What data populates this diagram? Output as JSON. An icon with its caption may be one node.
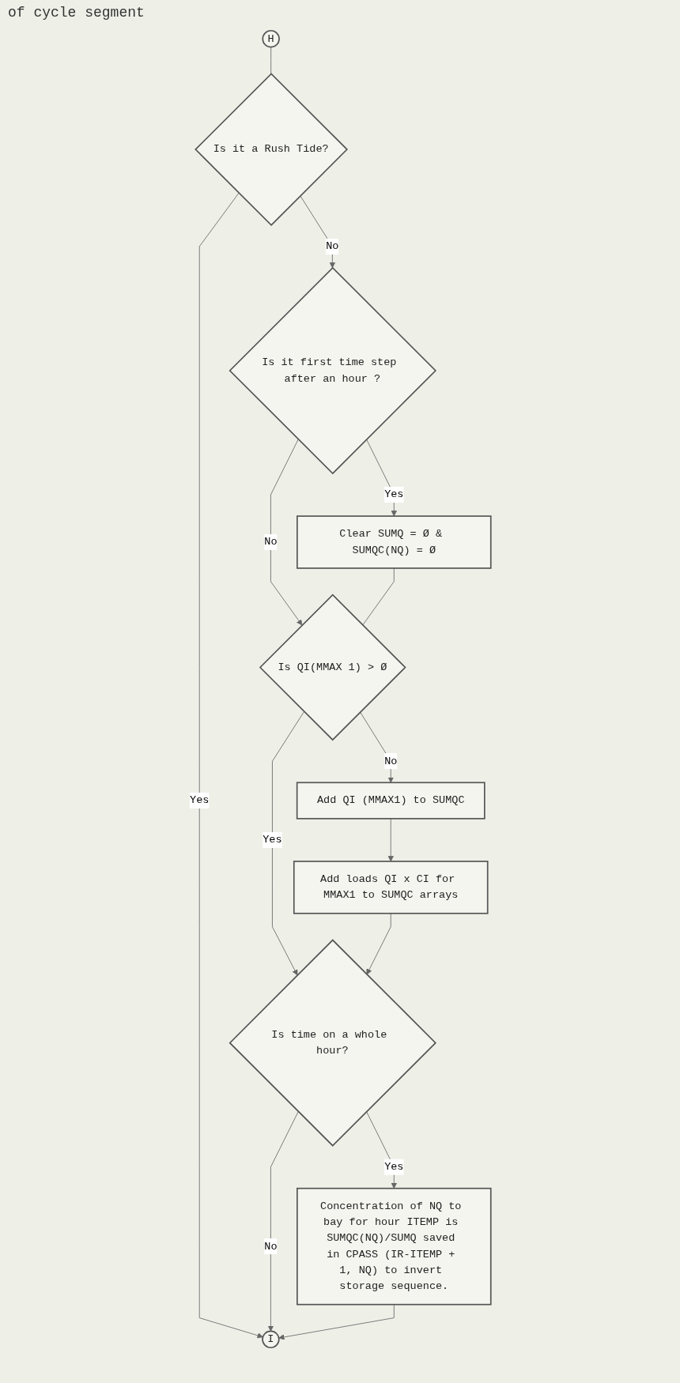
{
  "diagram": {
    "nodes": [
      {
        "text": [
          "H"
        ]
      },
      {
        "text": [
          "Is it a Rush Tide?"
        ]
      },
      {
        "text": [
          "Is it first time step after an hour ?"
        ]
      },
      {
        "text": [
          "Clear SUMQ = Ø & SUMQC(NQ) = Ø"
        ]
      },
      {
        "text": [
          "Is QI(MMAX 1) > Ø"
        ]
      },
      {
        "text": [
          "Add QI (MMAX1) to SUMQC"
        ]
      },
      {
        "text": [
          "Add loads QI x CI for MMAX1 to SUMQC arrays"
        ]
      },
      {
        "text": [
          "Is time on a whole hour?"
        ]
      },
      {
        "text": [
          "Concentration of NQ to bay for hour ITEMP is SUMQC(NQ)/SUMQ saved in CPASS (IR-ITEMP + 1, NQ) to invert storage sequence."
        ]
      },
      {
        "text": [
          "I"
        ]
      }
    ],
    "edges": [
      {
        "from": 0,
        "to": 1,
        "arrow": "none"
      },
      {
        "from": 1,
        "to": 9,
        "label": "Yes",
        "arrow": "to"
      },
      {
        "from": 1,
        "to": 2,
        "label": "No",
        "arrow": "to"
      },
      {
        "from": 2,
        "to": 4,
        "label": "No",
        "arrow": "to"
      },
      {
        "from": 2,
        "to": 3,
        "label": "Yes",
        "arrow": "to"
      },
      {
        "from": 3,
        "to": 4,
        "arrow": "none"
      },
      {
        "from": 4,
        "to": 7,
        "label": "Yes",
        "arrow": "to"
      },
      {
        "from": 4,
        "to": 5,
        "label": "No",
        "arrow": "to"
      },
      {
        "from": 5,
        "to": 6,
        "arrow": "to"
      },
      {
        "from": 6,
        "to": 7,
        "arrow": "to"
      },
      {
        "from": 7,
        "to": 9,
        "label": "No",
        "arrow": "to"
      },
      {
        "from": 7,
        "to": 8,
        "label": "Yes",
        "arrow": "to"
      },
      {
        "from": 8,
        "to": 9,
        "arrow": "to"
      }
    ],
    "labels": [
      "of cycle segment"
    ]
  }
}
